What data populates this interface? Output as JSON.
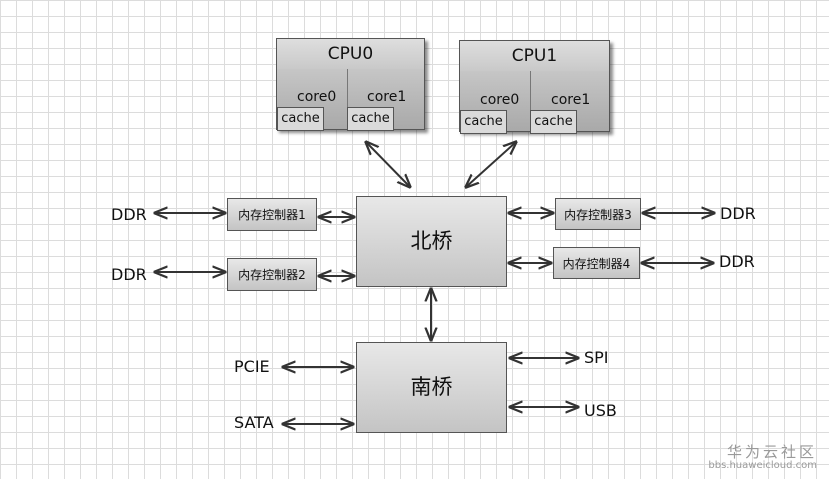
{
  "cpus": [
    {
      "title": "CPU0",
      "cores": [
        "core0",
        "core1"
      ],
      "cache_label": "cache"
    },
    {
      "title": "CPU1",
      "cores": [
        "core0",
        "core1"
      ],
      "cache_label": "cache"
    }
  ],
  "memory_controllers": [
    "内存控制器1",
    "内存控制器2",
    "内存控制器3",
    "内存控制器4"
  ],
  "north_bridge": "北桥",
  "south_bridge": "南桥",
  "labels": {
    "ddr_left_1": "DDR",
    "ddr_left_2": "DDR",
    "ddr_right_1": "DDR",
    "ddr_right_2": "DDR",
    "pcie": "PCIE",
    "sata": "SATA",
    "spi": "SPI",
    "usb": "USB"
  },
  "watermark": {
    "main": "华为云社区",
    "sub": "bbs.huaweicloud.com"
  }
}
